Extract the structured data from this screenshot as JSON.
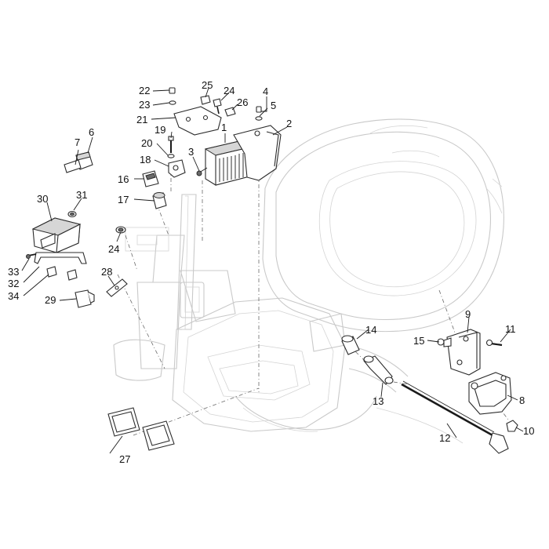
{
  "labels": [
    {
      "id": "1",
      "text": "1"
    },
    {
      "id": "2",
      "text": "2"
    },
    {
      "id": "3",
      "text": "3"
    },
    {
      "id": "4",
      "text": "4"
    },
    {
      "id": "5",
      "text": "5"
    },
    {
      "id": "6",
      "text": "6"
    },
    {
      "id": "7",
      "text": "7"
    },
    {
      "id": "8",
      "text": "8"
    },
    {
      "id": "9",
      "text": "9"
    },
    {
      "id": "10",
      "text": "10"
    },
    {
      "id": "11",
      "text": "11"
    },
    {
      "id": "12",
      "text": "12"
    },
    {
      "id": "13",
      "text": "13"
    },
    {
      "id": "14",
      "text": "14"
    },
    {
      "id": "15",
      "text": "15"
    },
    {
      "id": "16",
      "text": "16"
    },
    {
      "id": "17",
      "text": "17"
    },
    {
      "id": "18",
      "text": "18"
    },
    {
      "id": "19",
      "text": "19"
    },
    {
      "id": "20",
      "text": "20"
    },
    {
      "id": "21",
      "text": "21"
    },
    {
      "id": "22",
      "text": "22"
    },
    {
      "id": "23",
      "text": "23"
    },
    {
      "id": "24a",
      "text": "24"
    },
    {
      "id": "24b",
      "text": "24"
    },
    {
      "id": "25",
      "text": "25"
    },
    {
      "id": "26",
      "text": "26"
    },
    {
      "id": "27",
      "text": "27"
    },
    {
      "id": "28",
      "text": "28"
    },
    {
      "id": "29",
      "text": "29"
    },
    {
      "id": "30",
      "text": "30"
    },
    {
      "id": "31",
      "text": "31"
    },
    {
      "id": "32",
      "text": "32"
    },
    {
      "id": "33",
      "text": "33"
    },
    {
      "id": "34",
      "text": "34"
    }
  ]
}
